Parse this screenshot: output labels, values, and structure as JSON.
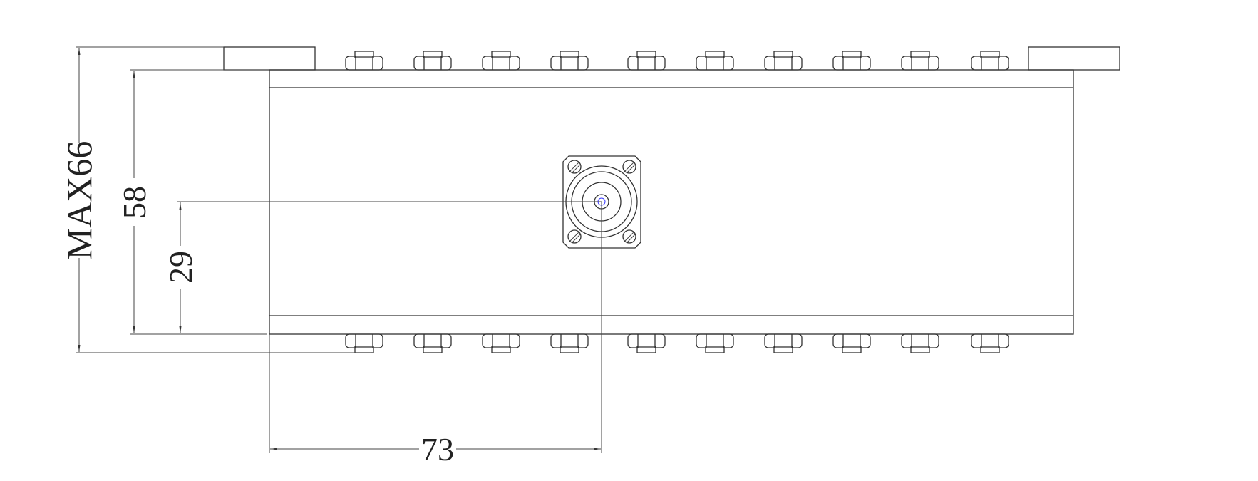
{
  "drawing": {
    "dimensions": {
      "overall_height": "MAX66",
      "body_height": "58",
      "connector_height": "29",
      "connector_offset": "73"
    },
    "colors": {
      "line": "#333333",
      "center_mark": "#3a3aff"
    },
    "top_nut_count": 10,
    "bottom_nut_count": 10
  }
}
